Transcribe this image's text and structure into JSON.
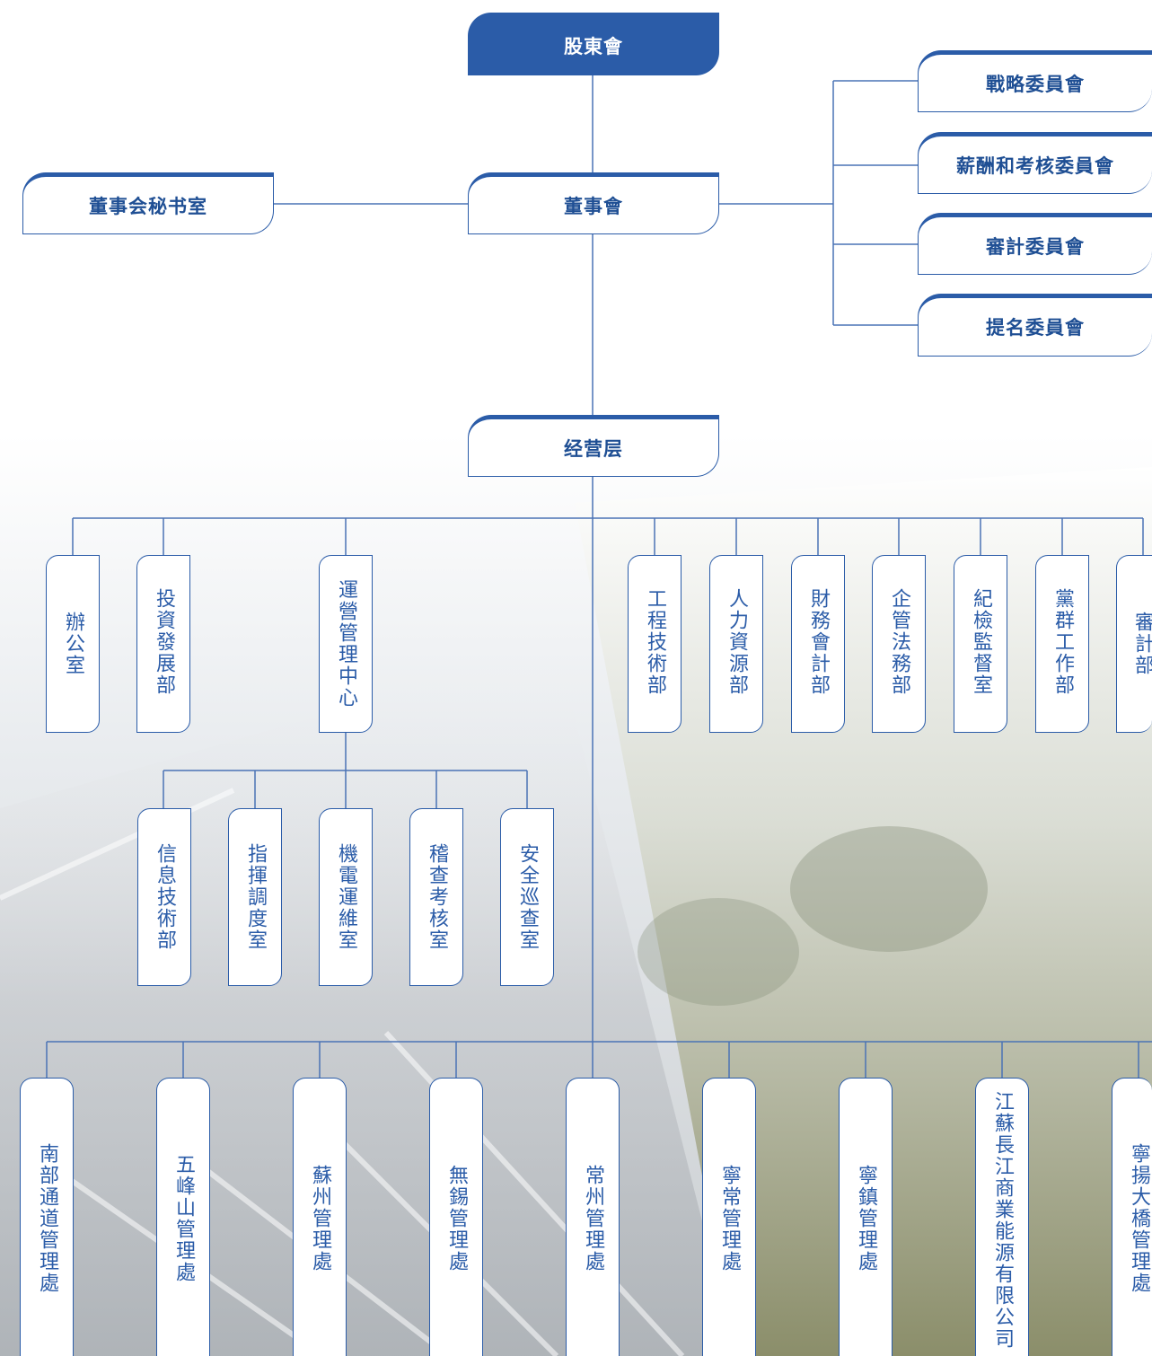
{
  "top_nodes": {
    "shareholders": "股東會",
    "board": "董事會",
    "board_secretary": "董事会秘书室",
    "management": "经营层"
  },
  "committees": [
    "戰略委員會",
    "薪酬和考核委員會",
    "審計委員會",
    "提名委員會"
  ],
  "departments": [
    "辦公室",
    "投資發展部",
    "運營管理中心",
    "工程技術部",
    "人力資源部",
    "財務會計部",
    "企管法務部",
    "紀檢監督室",
    "黨群工作部",
    "審計部"
  ],
  "operations_units": [
    "信息技術部",
    "指揮調度室",
    "機電運維室",
    "稽查考核室",
    "安全巡查室"
  ],
  "management_offices": [
    "南部通道管理處",
    "五峰山管理處",
    "蘇州管理處",
    "無錫管理處",
    "常州管理處",
    "寧常管理處",
    "寧鎮管理處",
    "江蘇長江商業能源有限公司",
    "寧揚大橋管理處"
  ],
  "colors": {
    "accent": "#2b5ca8",
    "text": "#1f4f94",
    "line": "#4a73b5"
  }
}
